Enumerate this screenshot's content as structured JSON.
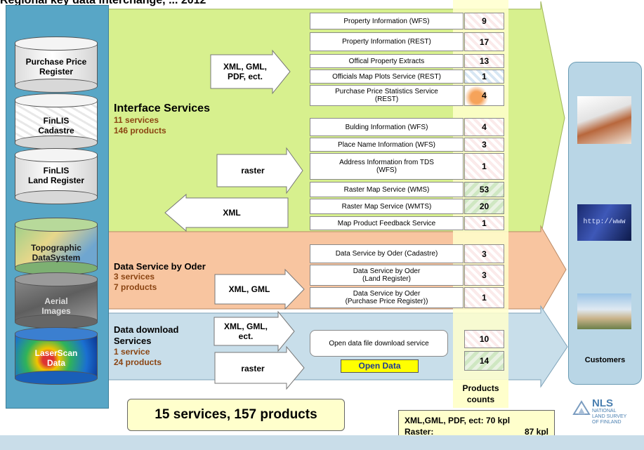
{
  "title": "Regional key data interchange, ... 2012",
  "left_column": {
    "databases": [
      {
        "label": "Purchase Price\nRegister"
      },
      {
        "label": "FinLIS\nCadastre"
      },
      {
        "label": "FinLIS\nLand Register"
      },
      {
        "label": "Topographic\nDataSystem"
      },
      {
        "label": "Aerial\nImages"
      },
      {
        "label": "LaserScan\nData"
      }
    ]
  },
  "interface_services": {
    "title": "Interface Services",
    "services": "11 services",
    "products": "146 products",
    "arrow_in_1": "XML, GML,\nPDF, ect.",
    "arrow_in_2": "raster",
    "arrow_out": "XML",
    "items": [
      {
        "label": "Property Information (WFS)",
        "count": "9"
      },
      {
        "label": "Property Information (REST)",
        "count": "17"
      },
      {
        "label": "Offical Property Extracts",
        "count": "13"
      },
      {
        "label": "Officials Map Plots Service (REST)",
        "count": "1"
      },
      {
        "label": "Purchase Price  Statistics Service\n(REST)",
        "count": "4"
      },
      {
        "label": "Bulding Information (WFS)",
        "count": "4"
      },
      {
        "label": "Place Name Information (WFS)",
        "count": "3"
      },
      {
        "label": "Address Information from TDS\n(WFS)",
        "count": "1"
      },
      {
        "label": "Raster Map Service (WMS)",
        "count": "53"
      },
      {
        "label": "Raster Map Service (WMTS)",
        "count": "20"
      },
      {
        "label": "Map Product Feedback Service",
        "count": "1"
      }
    ]
  },
  "data_service_order": {
    "title": "Data Service by Oder",
    "services": "3 services",
    "products": "7 products",
    "arrow_in": "XML, GML",
    "items": [
      {
        "label": "Data Service by Oder (Cadastre)",
        "count": "3"
      },
      {
        "label": "Data Service by Oder\n(Land Register)",
        "count": "3"
      },
      {
        "label": "Data Service by Oder\n(Purchase Price Register))",
        "count": "1"
      }
    ]
  },
  "data_download": {
    "title": "Data download\nServices",
    "services": "1 service",
    "products": "24 products",
    "arrow_in_1": "XML, GML,\nect.",
    "arrow_in_2": "raster",
    "service_label": "Open data file download service",
    "open_data": "Open Data",
    "counts": [
      "10",
      "14"
    ]
  },
  "products_counts_label": "Products\ncounts",
  "total": "15 services, 157 products",
  "kpl": {
    "line1": "XML,GML, PDF, ect: 70 kpl",
    "line2_label": "Raster:",
    "line2_value": "87 kpl"
  },
  "customers": "Customers",
  "logo": {
    "abbr": "NLS",
    "line1": "NATIONAL",
    "line2": "LAND SURVEY",
    "line3": "OF FINLAND"
  },
  "colors": {
    "interface_green": "#d7f08e",
    "order_orange": "#f8c5a0",
    "download_blue": "#c8deea",
    "left_blue": "#58a6c6",
    "subtitle_brown": "#8b4513",
    "yellow_note": "#ffffcc"
  }
}
